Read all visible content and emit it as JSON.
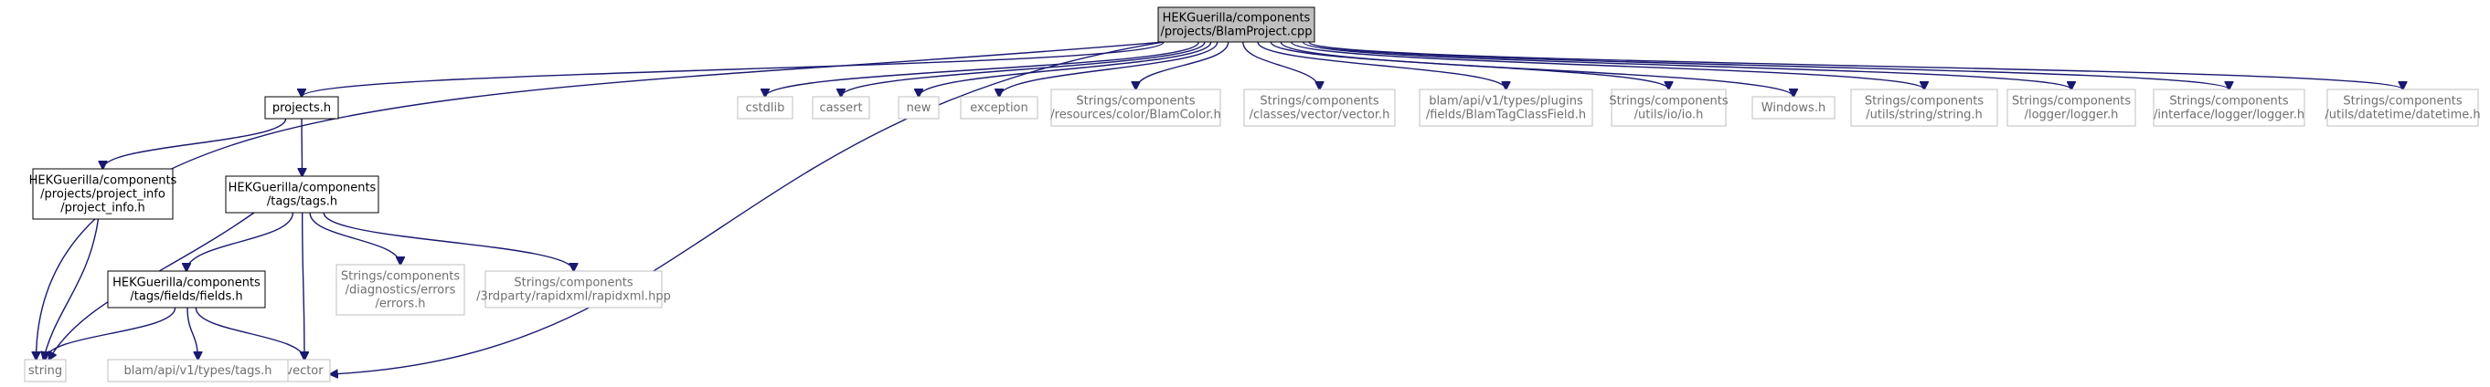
{
  "graph": {
    "nodes": [
      {
        "id": "root",
        "lines": [
          "HEKGuerilla/components",
          "/projects/BlamProject.cpp"
        ],
        "kind": "root"
      },
      {
        "id": "string",
        "lines": [
          "string"
        ],
        "kind": "ext"
      },
      {
        "id": "vector",
        "lines": [
          "vector"
        ],
        "kind": "ext"
      },
      {
        "id": "projects_h",
        "lines": [
          "projects.h"
        ],
        "kind": "int"
      },
      {
        "id": "cstdlib",
        "lines": [
          "cstdlib"
        ],
        "kind": "ext"
      },
      {
        "id": "cassert",
        "lines": [
          "cassert"
        ],
        "kind": "ext"
      },
      {
        "id": "new",
        "lines": [
          "new"
        ],
        "kind": "ext"
      },
      {
        "id": "exception",
        "lines": [
          "exception"
        ],
        "kind": "ext"
      },
      {
        "id": "blamcolor",
        "lines": [
          "Strings/components",
          "/resources/color/BlamColor.h"
        ],
        "kind": "ext"
      },
      {
        "id": "vector_h",
        "lines": [
          "Strings/components",
          "/classes/vector/vector.h"
        ],
        "kind": "ext"
      },
      {
        "id": "blamtagclassfield",
        "lines": [
          "blam/api/v1/types/plugins",
          "/fields/BlamTagClassField.h"
        ],
        "kind": "ext"
      },
      {
        "id": "io_h",
        "lines": [
          "Strings/components",
          "/utils/io/io.h"
        ],
        "kind": "ext"
      },
      {
        "id": "windows_h",
        "lines": [
          "Windows.h"
        ],
        "kind": "ext"
      },
      {
        "id": "string_h",
        "lines": [
          "Strings/components",
          "/utils/string/string.h"
        ],
        "kind": "ext"
      },
      {
        "id": "logger_h",
        "lines": [
          "Strings/components",
          "/logger/logger.h"
        ],
        "kind": "ext"
      },
      {
        "id": "iface_logger_h",
        "lines": [
          "Strings/components",
          "/interface/logger/logger.h"
        ],
        "kind": "ext"
      },
      {
        "id": "datetime_h",
        "lines": [
          "Strings/components",
          "/utils/datetime/datetime.h"
        ],
        "kind": "ext"
      },
      {
        "id": "project_info_h",
        "lines": [
          "HEKGuerilla/components",
          "/projects/project_info",
          "/project_info.h"
        ],
        "kind": "int"
      },
      {
        "id": "tags_h",
        "lines": [
          "HEKGuerilla/components",
          "/tags/tags.h"
        ],
        "kind": "int"
      },
      {
        "id": "fields_h",
        "lines": [
          "HEKGuerilla/components",
          "/tags/fields/fields.h"
        ],
        "kind": "int"
      },
      {
        "id": "errors_h",
        "lines": [
          "Strings/components",
          "/diagnostics/errors",
          "/errors.h"
        ],
        "kind": "ext"
      },
      {
        "id": "rapidxml_hpp",
        "lines": [
          "Strings/components",
          "/3rdparty/rapidxml/rapidxml.hpp"
        ],
        "kind": "ext"
      },
      {
        "id": "blam_tags_h",
        "lines": [
          "blam/api/v1/types/tags.h"
        ],
        "kind": "ext"
      }
    ],
    "edges": [
      {
        "from": "root",
        "to": "string"
      },
      {
        "from": "root",
        "to": "vector"
      },
      {
        "from": "root",
        "to": "projects_h"
      },
      {
        "from": "root",
        "to": "cstdlib"
      },
      {
        "from": "root",
        "to": "cassert"
      },
      {
        "from": "root",
        "to": "new"
      },
      {
        "from": "root",
        "to": "exception"
      },
      {
        "from": "root",
        "to": "blamcolor"
      },
      {
        "from": "root",
        "to": "vector_h"
      },
      {
        "from": "root",
        "to": "blamtagclassfield"
      },
      {
        "from": "root",
        "to": "io_h"
      },
      {
        "from": "root",
        "to": "windows_h"
      },
      {
        "from": "root",
        "to": "string_h"
      },
      {
        "from": "root",
        "to": "logger_h"
      },
      {
        "from": "root",
        "to": "iface_logger_h"
      },
      {
        "from": "root",
        "to": "datetime_h"
      },
      {
        "from": "projects_h",
        "to": "project_info_h"
      },
      {
        "from": "projects_h",
        "to": "tags_h"
      },
      {
        "from": "project_info_h",
        "to": "string"
      },
      {
        "from": "tags_h",
        "to": "string"
      },
      {
        "from": "tags_h",
        "to": "vector"
      },
      {
        "from": "tags_h",
        "to": "fields_h"
      },
      {
        "from": "tags_h",
        "to": "errors_h"
      },
      {
        "from": "tags_h",
        "to": "rapidxml_hpp"
      },
      {
        "from": "fields_h",
        "to": "string"
      },
      {
        "from": "fields_h",
        "to": "vector"
      },
      {
        "from": "fields_h",
        "to": "blam_tags_h"
      }
    ]
  },
  "colors": {
    "edge": "#191970",
    "root_fill": "#bfbfbf",
    "ext_border": "#bfbfbf",
    "ext_text": "#6f6f6f",
    "int_border": "#000000"
  }
}
